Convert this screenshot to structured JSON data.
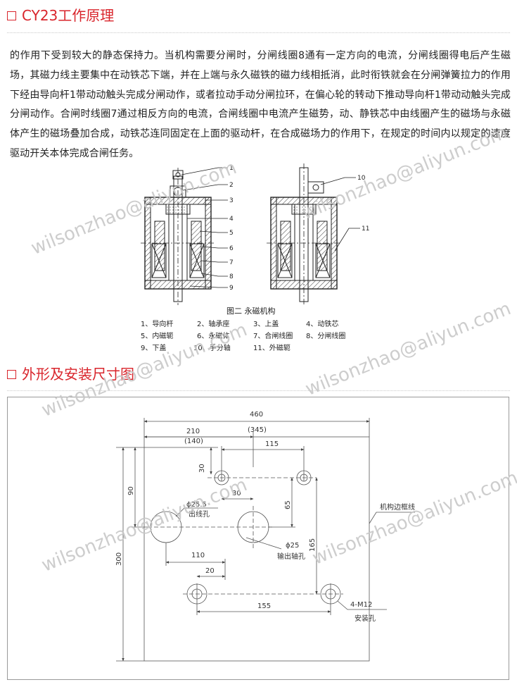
{
  "section1": {
    "title": "CY23工作原理"
  },
  "paragraph": "的作用下受到较大的静态保持力。当机构需要分闸时，分闸线圈8通有一定方向的电流，分闸线圈得电后产生磁场，其磁力线主要集中在动铁芯下端，并在上端与永久磁铁的磁力线相抵消，此时衔铁就会在分闸弹簧拉力的作用下经由导向杆1带动动触头完成分闸动作，或者拉动手动分闸拉环，在偏心轮的转动下推动导向杆1带动动触头完成分闸动作。合闸时线圈7通过相反方向的电流，合闸线圈中电流产生磁势，动、静铁芯中由线圈产生的磁场与永磁体产生的磁场叠加合成，动铁芯连同固定在上面的驱动杆，在合成磁场力的作用下，在规定的时间内以规定的速度驱动开关本体完成合闸任务。",
  "figure2": {
    "caption": "图二  永磁机构",
    "callouts": [
      "1",
      "2",
      "3",
      "4",
      "5",
      "6",
      "7",
      "8",
      "9",
      "10",
      "11"
    ],
    "legend": [
      [
        "1、导向杆",
        "2、轴承座",
        "3、上盖",
        "4、动铁芯"
      ],
      [
        "5、内磁轭",
        "6、永磁体",
        "7、合闸线圈",
        "8、分闸线圈"
      ],
      [
        "9、下盖",
        "10、手分轴",
        "11、外磁轭",
        ""
      ]
    ]
  },
  "section2": {
    "title": "外形及安装尺寸图"
  },
  "drawing": {
    "dims": {
      "w460": "460",
      "w345": "(345)",
      "w210": "210",
      "w140": "(140)",
      "w115": "115",
      "h30a": "30",
      "w30b": "30",
      "h90": "90",
      "h65": "65",
      "d255": "ϕ25.5",
      "h300": "300",
      "w110": "110",
      "d25": "ϕ25",
      "w20": "20",
      "w155": "155",
      "h165": "165"
    },
    "labels": {
      "frame": "机构边框线",
      "cable_hole": "出线孔",
      "shaft_hole": "输出轴孔",
      "mount_spec": "4-M12",
      "mount_hole": "安装孔"
    }
  },
  "watermark": "wilsonzhao@aliyun.com"
}
